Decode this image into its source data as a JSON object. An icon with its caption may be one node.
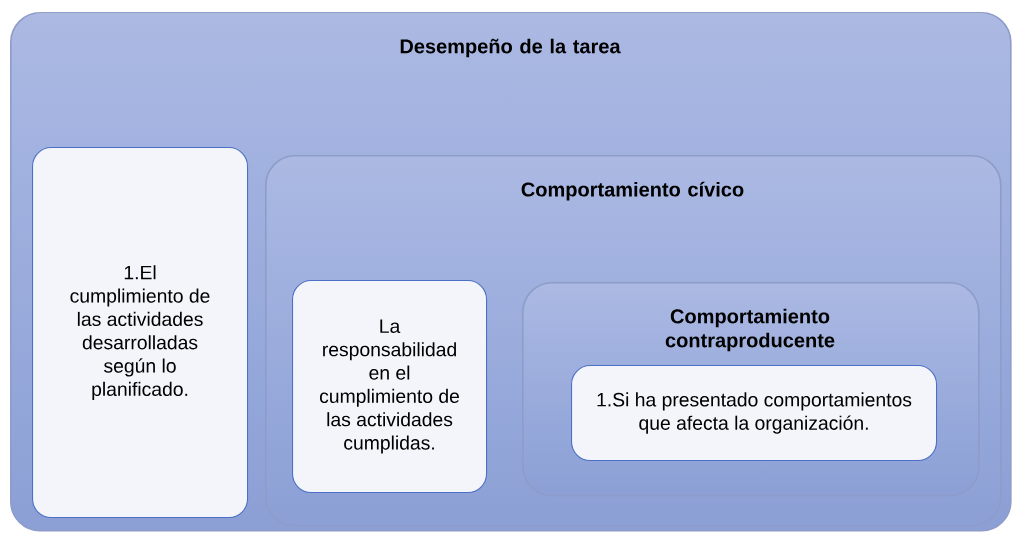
{
  "diagram": {
    "nodes": [
      {
        "text": [
          "Desempeño de la tarea"
        ]
      },
      {
        "text": [
          "1.El cumplimiento de las actividades desarrolladas según lo planificado."
        ],
        "in": 0
      },
      {
        "text": [
          "Comportamiento cívico"
        ],
        "in": 0
      },
      {
        "text": [
          "La responsabilidad en el cumplimiento de las actividades cumplidas."
        ],
        "in": 2
      },
      {
        "text": [
          "Comportamiento contraproducente"
        ],
        "in": 2
      },
      {
        "text": [
          "1.Si ha presentado comportamientos que afecta la organización."
        ],
        "in": 4
      }
    ]
  }
}
